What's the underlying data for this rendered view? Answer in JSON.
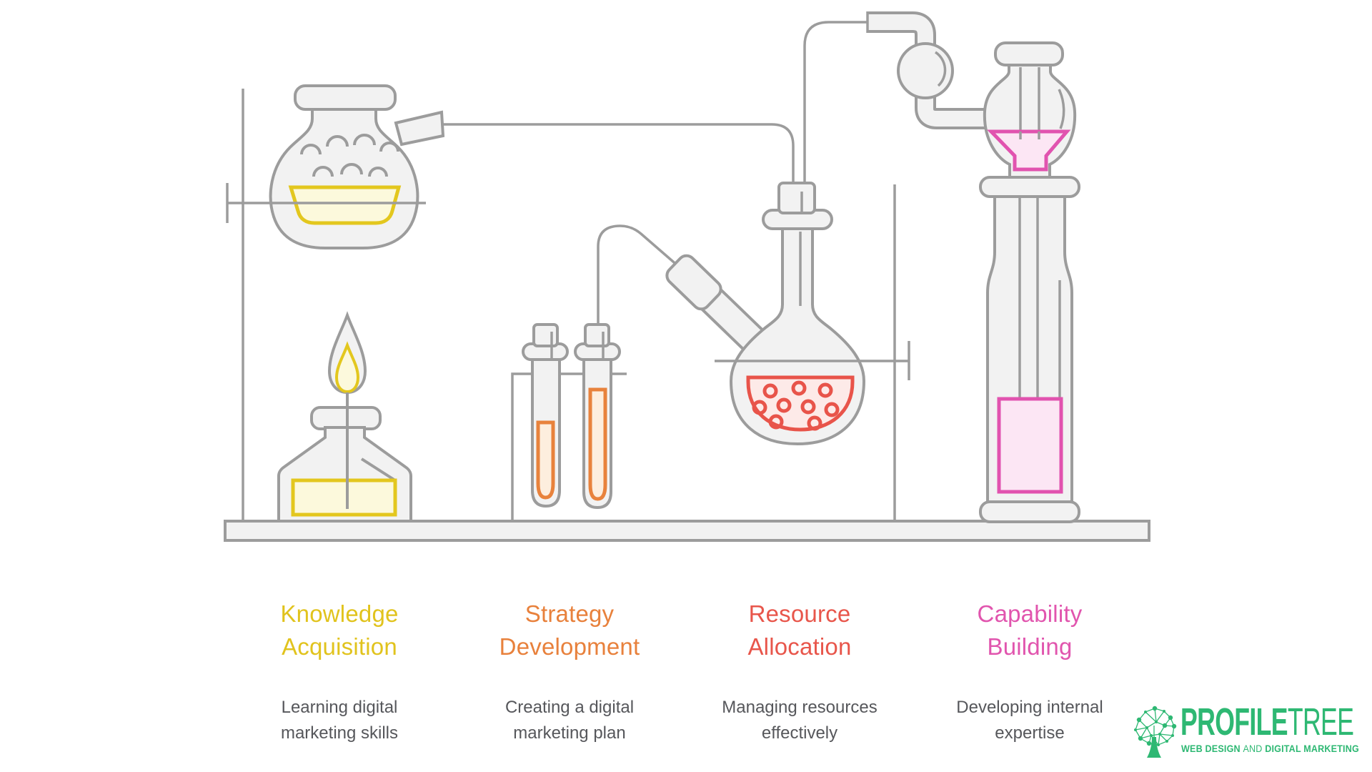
{
  "columns": [
    {
      "title_line1": "Knowledge",
      "title_line2": "Acquisition",
      "subtitle_line1": "Learning digital",
      "subtitle_line2": "marketing skills",
      "color": "#e1c31d"
    },
    {
      "title_line1": "Strategy",
      "title_line2": "Development",
      "subtitle_line1": "Creating a digital",
      "subtitle_line2": "marketing plan",
      "color": "#e8813c"
    },
    {
      "title_line1": "Resource",
      "title_line2": "Allocation",
      "subtitle_line1": "Managing resources",
      "subtitle_line2": "effectively",
      "color": "#e8564b"
    },
    {
      "title_line1": "Capability",
      "title_line2": "Building",
      "subtitle_line1": "Developing internal",
      "subtitle_line2": "expertise",
      "color": "#e155ae"
    }
  ],
  "illustration": {
    "colors": {
      "outline": "#9c9c9c",
      "glass": "#f2f2f2",
      "yellow_border": "#e3c71e",
      "yellow_fill": "#fcf9dc",
      "orange_border": "#e8823c",
      "orange_fill": "#fdeede",
      "red_border": "#e8544a",
      "red_fill": "#fdeae8",
      "pink_border": "#e153af",
      "pink_fill": "#fce6f4"
    },
    "icons": [
      "boiling-flask-icon",
      "spirit-burner-icon",
      "test-tubes-icon",
      "round-bottom-flask-icon",
      "condenser-bulb-icon",
      "distillation-column-icon"
    ]
  },
  "logo": {
    "brand_bold": "PROFILE",
    "brand_light": "TREE",
    "tagline_part1": "WEB DESIGN",
    "tagline_and": "AND",
    "tagline_part2": "DIGITAL MARKETING",
    "color": "#2eb873"
  }
}
